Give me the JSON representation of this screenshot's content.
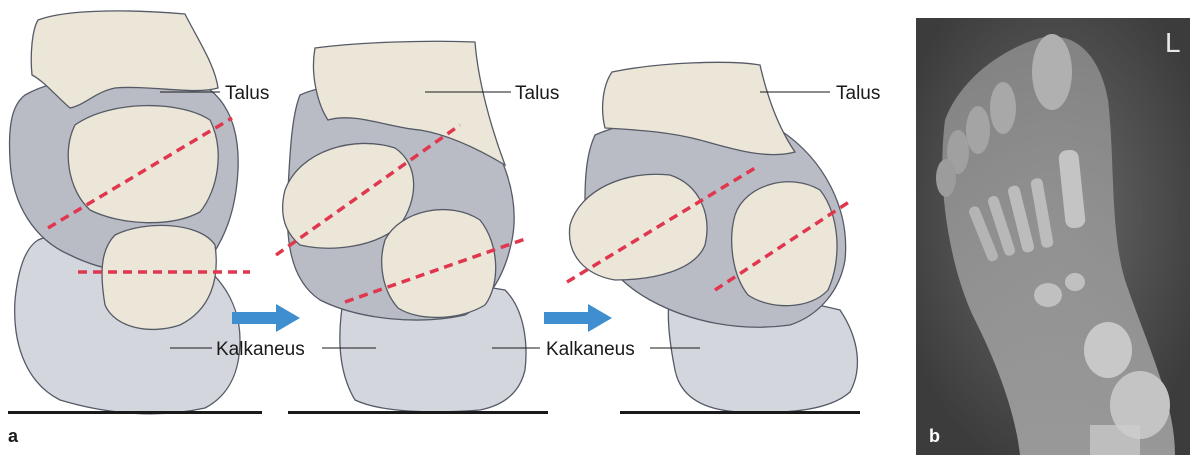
{
  "panel_a": {
    "letter": "a",
    "stages": [
      {
        "talus_label": "Talus",
        "calcaneus_label": "Kalkaneus"
      },
      {
        "talus_label": "Talus",
        "calcaneus_label": ""
      },
      {
        "talus_label": "Talus",
        "calcaneus_label": "Kalkaneus"
      }
    ]
  },
  "panel_b": {
    "letter": "b",
    "side_marker": "L"
  },
  "colors": {
    "bone_dark": "#b9bcc4",
    "bone_light": "#d3d6dd",
    "cartilage": "#ebe6d8",
    "axis_line": "#e0374f",
    "arrow": "#3f8fd0",
    "xray_bg": "#4a4a4a"
  }
}
